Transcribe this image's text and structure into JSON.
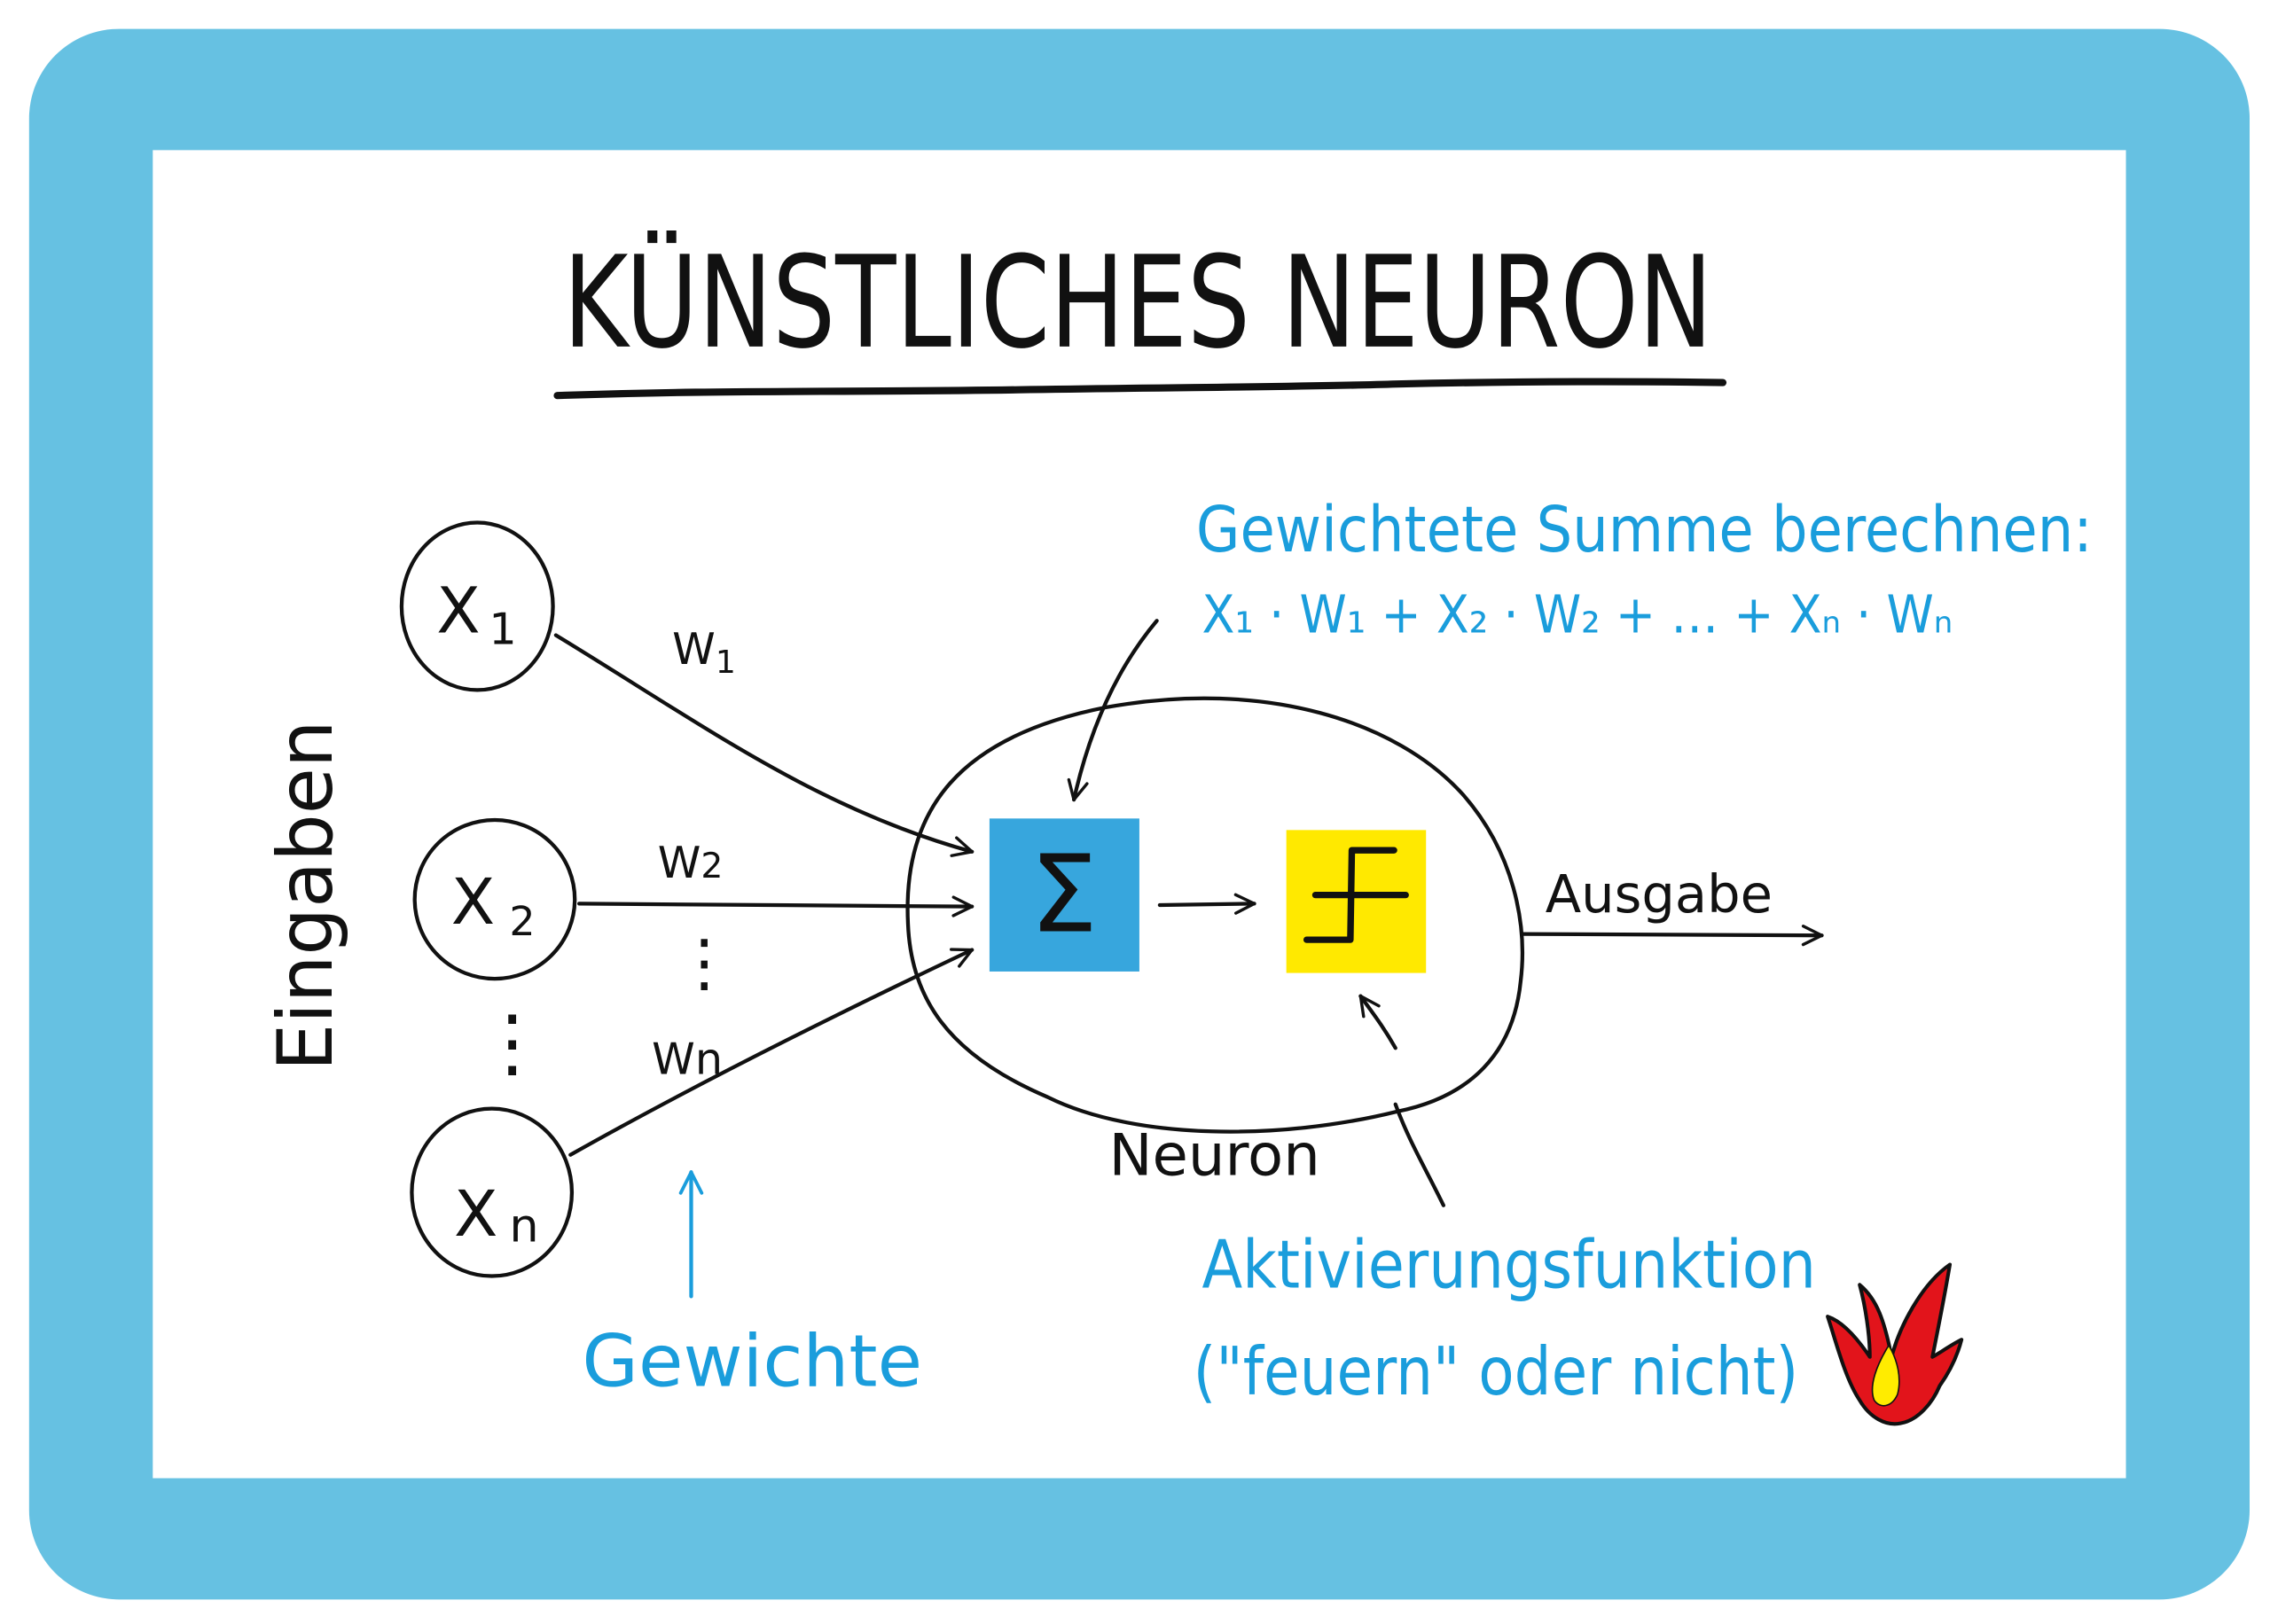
{
  "title": "KÜNSTLICHES NEURON",
  "colors": {
    "frame": "#66C1E2",
    "annotation_blue": "#1A9DDC",
    "sum_box": "#37A6DD",
    "activation_box": "#FFE900",
    "ink": "#111111",
    "flame_red": "#E2141B",
    "flame_yellow": "#FFEC00"
  },
  "inputs": {
    "group_label": "Eingaben",
    "nodes": [
      {
        "label": "X",
        "subscript": "1"
      },
      {
        "label": "X",
        "subscript": "2"
      },
      {
        "label": "X",
        "subscript": "n"
      }
    ],
    "ellipsis": "⋮"
  },
  "weights": {
    "labels": [
      {
        "label": "W",
        "subscript": "1"
      },
      {
        "label": "W",
        "subscript": "2"
      },
      {
        "label": "W",
        "subscript": "n"
      }
    ],
    "ellipsis": "⋮",
    "annotation": "Gewichte"
  },
  "neuron": {
    "label": "Neuron",
    "sum_symbol": "Σ",
    "activation_symbol": "step-function"
  },
  "output": {
    "label": "Ausgabe"
  },
  "annotations": {
    "weighted_sum_title": "Gewichtete Summe berechnen:",
    "weighted_sum_formula": "X₁ · W₁ + X₂ · W₂ + … + Xₙ · Wₙ",
    "activation_line1": "Aktivierungsfunktion",
    "activation_line2": "(\"feuern\" oder nicht)"
  },
  "icons": {
    "flame": "flame-icon"
  }
}
